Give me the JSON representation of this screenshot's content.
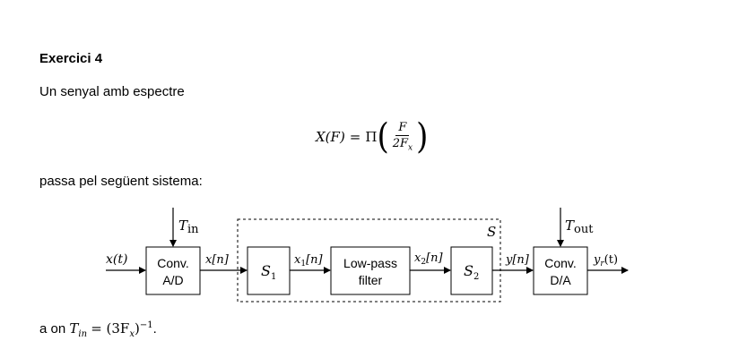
{
  "title": "Exercici 4",
  "intro": "Un senyal amb espectre",
  "equation": {
    "lhs": "X(F)",
    "equals": "=",
    "func": "Π",
    "numerator": "F",
    "denominator": "2F",
    "denominator_sub": "x"
  },
  "system_intro": "passa pel següent sistema:",
  "diagram": {
    "input_signal": "x(t)",
    "blocks": {
      "ad_line1": "Conv.",
      "ad_line2": "A/D",
      "s1": "S",
      "s1_sub": "1",
      "lpf_line1": "Low-pass",
      "lpf_line2": "filter",
      "s2": "S",
      "s2_sub": "2",
      "da_line1": "Conv.",
      "da_line2": "D/A"
    },
    "signals": {
      "xn": "x[n]",
      "x1n_base": "x",
      "x1n_sub": "1",
      "x1n_tail": "[n]",
      "x2n_base": "x",
      "x2n_sub": "2",
      "x2n_tail": "[n]",
      "yn": "y[n]",
      "yr_base": "y",
      "yr_sub": "r",
      "yr_tail": "(t)"
    },
    "t_in_base": "T",
    "t_in_sub": "in",
    "t_out_base": "T",
    "t_out_sub": "out",
    "dashed_system_label": "S"
  },
  "footer": {
    "prefix": "a on ",
    "t_base": "T",
    "t_sub": "in",
    "rhs": "= (3F",
    "rhs_sub": "x",
    "rhs_tail": ")",
    "exponent": "−1",
    "period": "."
  }
}
